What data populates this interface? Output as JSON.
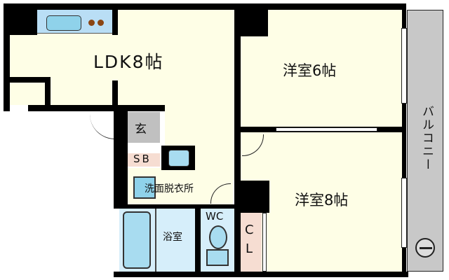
{
  "plan": {
    "rooms": {
      "ldk": "LDK8帖",
      "western6": "洋室6帖",
      "western8": "洋室8帖",
      "entrance": "玄",
      "shoe_box": "SB",
      "washroom": "洗面脱衣所",
      "bathroom": "浴室",
      "toilet": "WC",
      "closet_c": "C",
      "closet_l": "L",
      "balcony": "バルコニー"
    },
    "colors": {
      "room_fill": "#fefee6",
      "wall": "#000000",
      "balcony_fill": "#c8c8c8",
      "entrance_fill": "#c0c0c0",
      "water_fill": "#d6eefa",
      "fixture_blue": "#a8dcf0",
      "closet_fill": "#f6ddd2",
      "stove_dot": "#8b4513"
    },
    "icons": [
      "kitchen-sink-icon",
      "stove-burner-icon",
      "bathtub-icon",
      "toilet-icon",
      "washbasin-icon",
      "north-compass-icon"
    ]
  }
}
